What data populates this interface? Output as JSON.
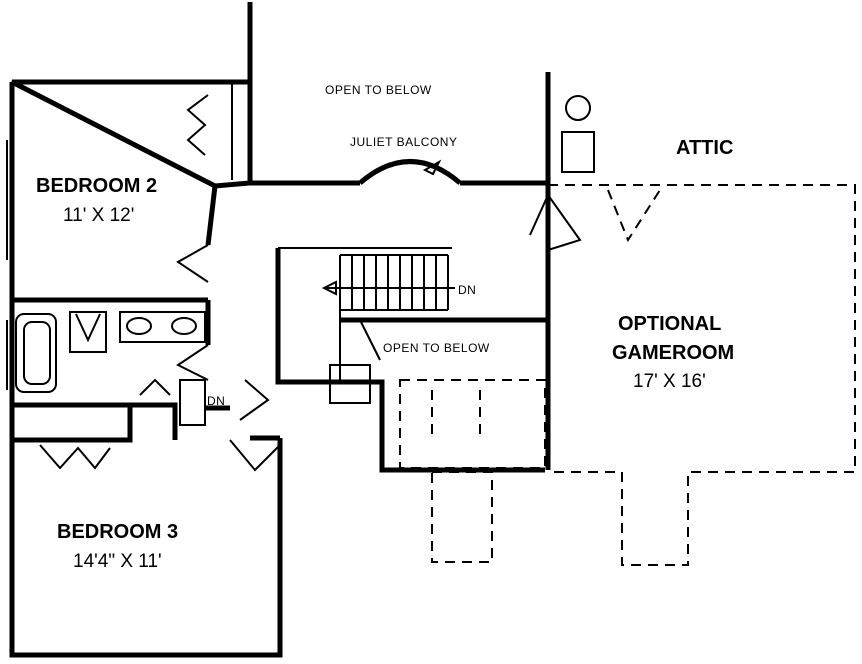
{
  "rooms": {
    "bedroom2": {
      "name": "BEDROOM 2",
      "dims": "11' X 12'"
    },
    "bedroom3": {
      "name": "BEDROOM 3",
      "dims": "14'4\" X 11'"
    },
    "gameroom": {
      "name_line1": "OPTIONAL",
      "name_line2": "GAMEROOM",
      "dims": "17' X 16'"
    },
    "attic": {
      "name": "ATTIC"
    }
  },
  "notes": {
    "open_below_top": "OPEN TO BELOW",
    "juliet_balcony": "JULIET BALCONY",
    "open_below_stair": "OPEN TO BELOW",
    "stair_dn_main": "DN",
    "stair_dn_small": "DN"
  }
}
